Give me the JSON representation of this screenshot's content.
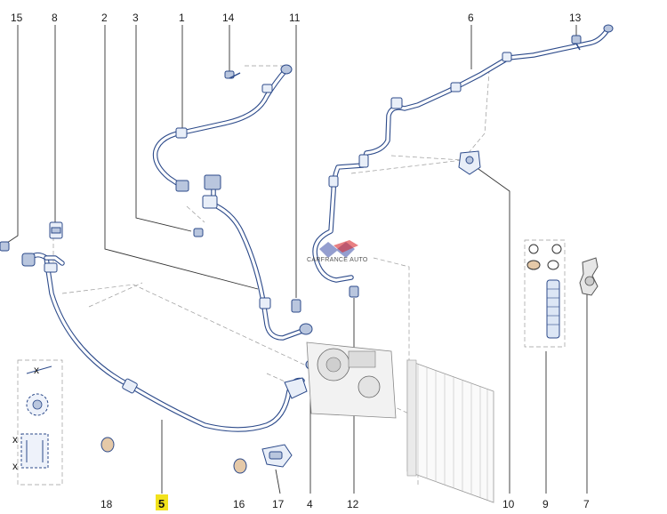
{
  "callouts": {
    "n15": "15",
    "n8": "8",
    "n2": "2",
    "n3": "3",
    "n1": "1",
    "n14": "14",
    "n11": "11",
    "n6": "6",
    "n13": "13",
    "n18": "18",
    "n5": "5",
    "n16": "16",
    "n17": "17",
    "n4": "4",
    "n12": "12",
    "n10": "10",
    "n9": "9",
    "n7": "7"
  },
  "watermark": "CARFRANCE AUTO",
  "colors": {
    "line": "#2c4a8a",
    "highlight": "#f2e21c"
  }
}
